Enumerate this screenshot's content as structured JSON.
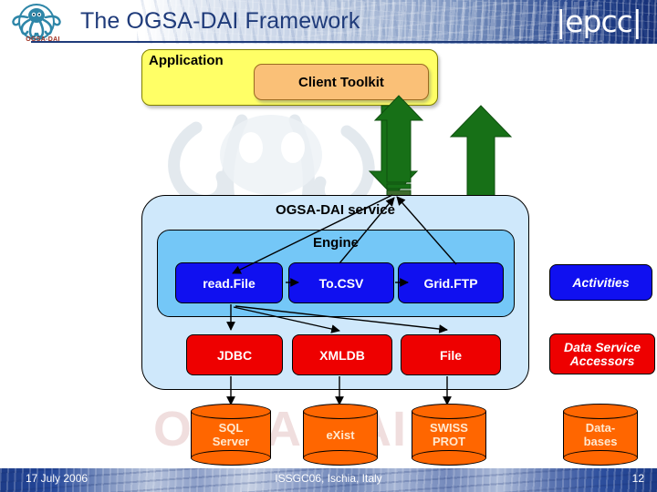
{
  "header": {
    "title": "The OGSA-DAI Framework",
    "logo_word": "OGSA-DAI",
    "logo_icon": "octopus-icon",
    "brand": "|epcc|"
  },
  "watermark": {
    "text": "OGSA-DAI"
  },
  "diagram": {
    "application": {
      "label": "Application",
      "client_toolkit": "Client Toolkit"
    },
    "service": {
      "label": "OGSA-DAI service",
      "engine_label": "Engine"
    },
    "activities": [
      {
        "label": "read.File"
      },
      {
        "label": "To.CSV"
      },
      {
        "label": "Grid.FTP"
      }
    ],
    "accessors": [
      {
        "label": "JDBC"
      },
      {
        "label": "XMLDB"
      },
      {
        "label": "File"
      }
    ],
    "databases": [
      {
        "label": "SQL\nServer"
      },
      {
        "label": "eXist"
      },
      {
        "label": "SWISS\nPROT"
      }
    ],
    "legend": {
      "activities": "Activities",
      "accessors": "Data Service\nAccessors",
      "databases": "Data-\nbases"
    }
  },
  "footer": {
    "date": "17 July 2006",
    "center": "ISSGC06, Ischia, Italy",
    "page": "12"
  },
  "colors": {
    "title": "#1f3b7a",
    "application": "#ffff66",
    "toolkit": "#fac077",
    "service": "#cfe8fb",
    "engine": "#74c7f7",
    "activity": "#1010f0",
    "accessor": "#ee0000",
    "database": "#ff6600",
    "arrow": "#177017"
  }
}
